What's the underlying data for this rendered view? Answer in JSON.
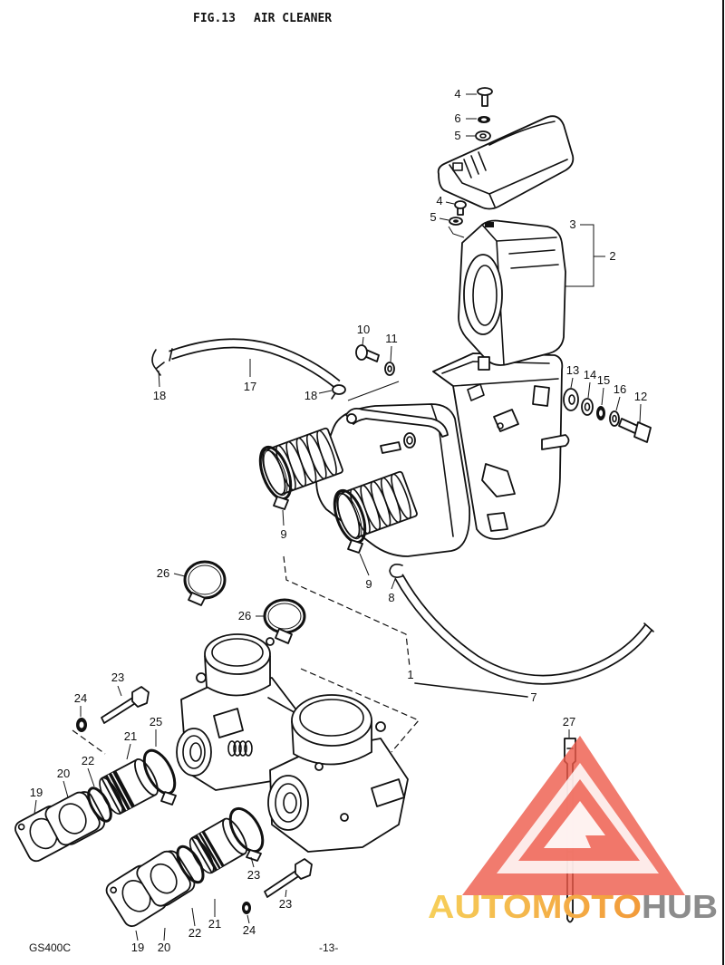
{
  "figure": {
    "number": "FIG.13",
    "title": "AIR CLEANER",
    "model": "GS400C",
    "page": "-13-"
  },
  "callouts": [
    "4",
    "6",
    "5",
    "4",
    "5",
    "3",
    "2",
    "10",
    "11",
    "18",
    "17",
    "18",
    "13",
    "14",
    "15",
    "16",
    "12",
    "9",
    "9",
    "8",
    "26",
    "26",
    "1",
    "7",
    "23",
    "24",
    "21",
    "25",
    "22",
    "20",
    "19",
    "27",
    "23",
    "23",
    "24",
    "21",
    "22",
    "19",
    "20"
  ],
  "watermark": {
    "brand_left": "AUTOMOTO",
    "brand_right": "HUB"
  },
  "colors": {
    "logo_red": "#ee5a4a",
    "logo_yellow": "#f6cf5a",
    "logo_orange": "#f29a3a",
    "logo_gray": "#8c8c8c"
  }
}
